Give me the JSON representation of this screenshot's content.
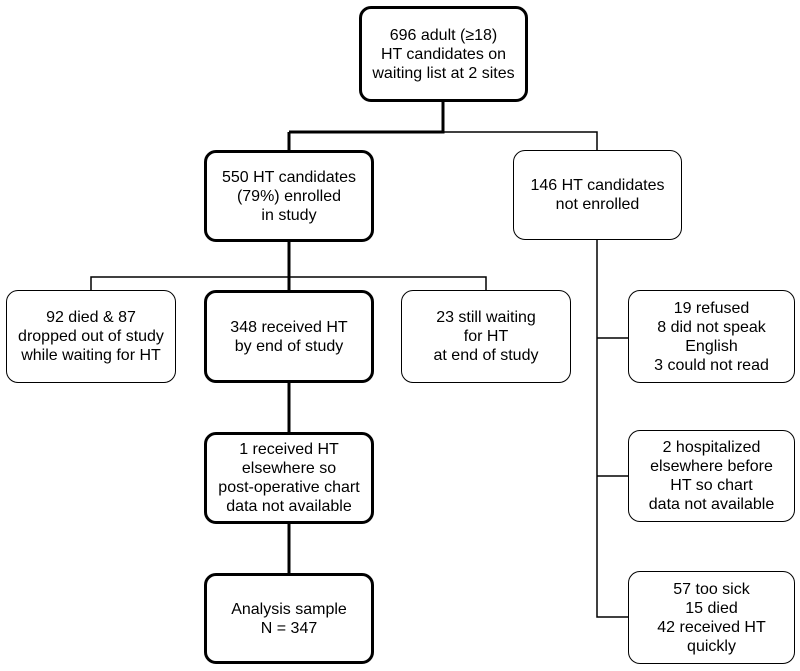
{
  "boxes": {
    "waiting_list": [
      "696 adult (≥18)",
      "HT candidates on",
      "waiting list at 2 sites"
    ],
    "enrolled": [
      "550 HT candidates",
      "(79%) enrolled",
      "in study"
    ],
    "not_enrolled": [
      "146 HT candidates",
      "not enrolled"
    ],
    "died_dropped": [
      "92 died & 87",
      "dropped out of study",
      "while waiting for HT"
    ],
    "received_ht": [
      "348 received HT",
      "by end of study"
    ],
    "still_waiting": [
      "23 still waiting",
      "for HT",
      "at end of study"
    ],
    "refused": [
      "19 refused",
      "8 did not speak",
      "English",
      "3 could not read"
    ],
    "elsewhere": [
      "1 received HT",
      "elsewhere so",
      "post-operative chart",
      "data not available"
    ],
    "hospitalized": [
      "2 hospitalized",
      "elsewhere before",
      "HT so chart",
      "data not available"
    ],
    "analysis_sample": [
      "Analysis sample",
      "N = 347"
    ],
    "too_sick": [
      "57 too sick",
      "15 died",
      "42 received HT",
      "quickly"
    ]
  }
}
